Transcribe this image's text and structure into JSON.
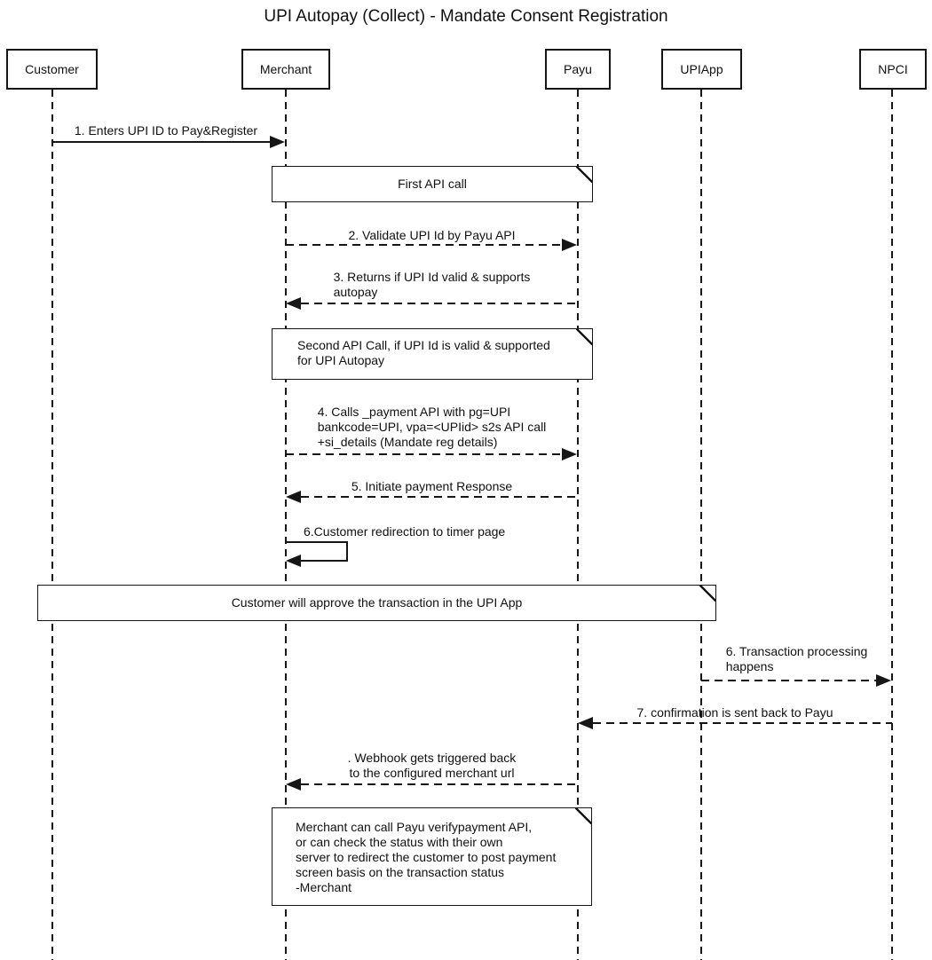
{
  "title": "UPI Autopay (Collect) - Mandate Consent Registration",
  "diagram_type": "sequence",
  "colors": {
    "line": "#161616",
    "background": "#ffffff",
    "note_fill": "#ffffff"
  },
  "participants": [
    {
      "id": "customer",
      "label": "Customer"
    },
    {
      "id": "merchant",
      "label": "Merchant"
    },
    {
      "id": "payu",
      "label": "Payu"
    },
    {
      "id": "upiapp",
      "label": "UPIApp"
    },
    {
      "id": "npci",
      "label": "NPCI"
    }
  ],
  "messages": [
    {
      "from": "Customer",
      "to": "Merchant",
      "line_style": "solid",
      "lines": [
        "1. Enters UPI ID to Pay&Register"
      ]
    },
    {
      "from": "Merchant",
      "to": "Payu",
      "line_style": "dashed",
      "lines": [
        "2. Validate UPI Id by Payu API"
      ]
    },
    {
      "from": "Payu",
      "to": "Merchant",
      "line_style": "dashed",
      "lines": [
        "3. Returns if UPI Id valid & supports",
        "autopay"
      ]
    },
    {
      "from": "Merchant",
      "to": "Payu",
      "line_style": "dashed",
      "lines": [
        "4. Calls _payment API with pg=UPI",
        "bankcode=UPI, vpa=<UPIid> s2s API call",
        "+si_details (Mandate reg details)"
      ]
    },
    {
      "from": "Payu",
      "to": "Merchant",
      "line_style": "dashed",
      "lines": [
        "5. Initiate payment Response"
      ]
    },
    {
      "from": "Merchant",
      "to": "Merchant",
      "line_style": "solid",
      "self_message": true,
      "lines": [
        "6.Customer redirection to timer page"
      ]
    },
    {
      "from": "UPIApp",
      "to": "NPCI",
      "line_style": "dashed",
      "lines": [
        "6. Transaction processing",
        "happens"
      ]
    },
    {
      "from": "NPCI",
      "to": "Payu",
      "line_style": "dashed",
      "lines": [
        "7. confirmation is sent back to Payu"
      ]
    },
    {
      "from": "Payu",
      "to": "Merchant",
      "line_style": "dashed",
      "lines": [
        ". Webhook gets triggered back",
        "to the configured merchant url"
      ]
    }
  ],
  "notes": [
    {
      "over": "Merchant, Payu",
      "lines": [
        "First API call"
      ]
    },
    {
      "over": "Merchant, Payu",
      "lines": [
        "Second API Call, if UPI Id is valid & supported",
        "for UPI Autopay"
      ]
    },
    {
      "over": "Customer, UPIApp",
      "lines": [
        "Customer will approve the transaction in the UPI App"
      ]
    },
    {
      "over": "Merchant, Payu",
      "lines": [
        "Merchant can call Payu verifypayment API,",
        "or can check the status with their own",
        "server to redirect the customer to post payment",
        "screen basis on the transaction status",
        "-Merchant"
      ]
    }
  ]
}
